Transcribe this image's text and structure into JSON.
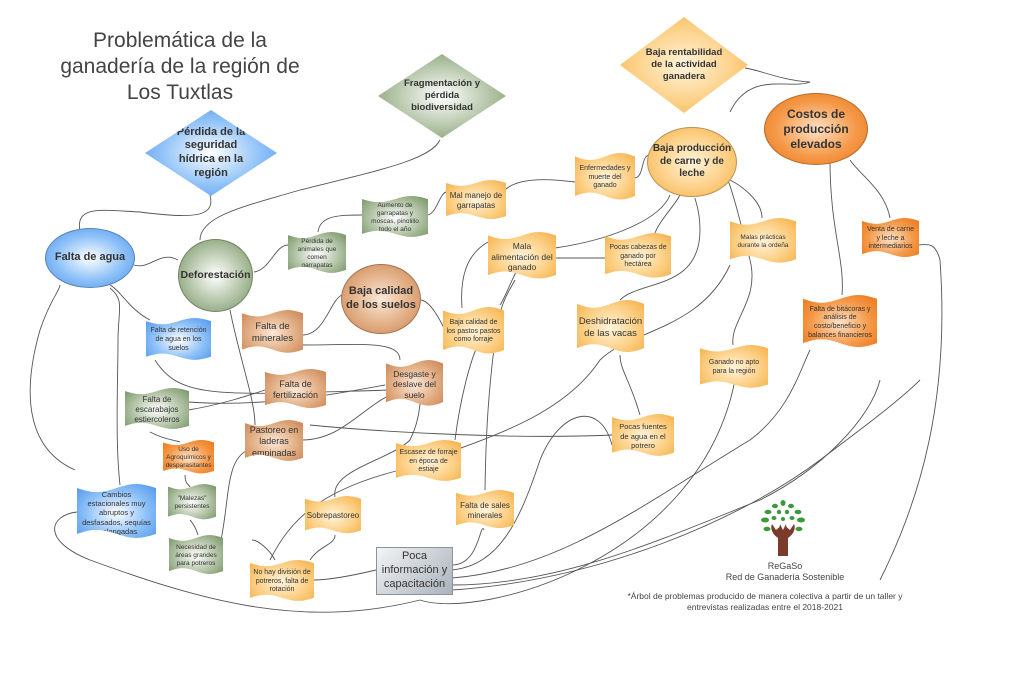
{
  "title": [
    "Problemática de la",
    "ganadería de la región de",
    "Los Tuxtlas"
  ],
  "colors": {
    "blue": "#4d94ea",
    "green": "#6f8f5e",
    "tan": "#c98252",
    "light_orange": "#f4ae45",
    "orange": "#ea7414",
    "gray": "#aab2bb"
  },
  "effects": {
    "seguridad_hidrica": "Pérdida de la seguridad hídrica en la región",
    "fragmentacion": "Fragmentación y pérdida biodiversidad",
    "rentabilidad": "Baja rentabilidad de la actividad ganadera"
  },
  "core": {
    "costos": "Costos de producción elevados",
    "baja_produccion": "Baja producción de carne y de leche",
    "falta_agua": "Falta de agua",
    "deforestacion": "Deforestación",
    "baja_calidad_suelos": "Baja calidad de los suelos"
  },
  "causes": {
    "perdida_animales": "Pérdida de animales que comen garrapatas",
    "aumento_garrapatas": "Aumento de garrapatas y moscas, pinolillo todo el año",
    "mal_manejo": "Mal manejo de garrapatas",
    "enfermedades": "Enfermedades y muerte del ganado",
    "mala_alimentacion": "Mala alimentación del ganado",
    "pocas_cabezas": "Pocas cabezas de ganado por hectárea",
    "malas_practicas": "Malas prácticas durante la ordeña",
    "venta": "Venta de carne y leche a intermediarios",
    "bitacoras": "Falta de bitácoras y análisis de costo/beneficio y balances financieros",
    "deshidratacion": "Deshidratación de las vacas",
    "ganado_no_apto": "Ganado no apto para la región",
    "pocas_fuentes": "Pocas fuentes de agua en el potrero",
    "baja_calidad_pastos": "Baja calidad de los pastos pastos como forraje",
    "retencion": "Falta de retención de agua en los suelos",
    "falta_minerales": "Falta de minerales",
    "desgaste": "Desgaste  y deslave del suelo",
    "fertilizacion": "Falta de fertilización",
    "escarabajos": "Falta de escarabajos estiercoleros",
    "laderas": "Pastoreo en laderas empinadas",
    "agroquimicos": "Uso de Agroquímicos y desparasitantes",
    "escasez_forraje": "Escasez de forraje en época de estiaje",
    "malezas": "\"Malezas\" persistentes",
    "cambios_estacionales": "Cambios estacionales muy abruptos y desfasados, sequías prolongadas",
    "sales": "Falta de sales minerales",
    "sobrepastoreo": "Sobrepastoreo",
    "areas_grandes": "Necesidad de áreas grandes para potreros",
    "division": "No hay división de potreros, falta de rotación",
    "informacion": "Poca información y capacitación"
  },
  "credits": {
    "org_short": "ReGaSo",
    "org_name": "Red de Ganadería Sostenible",
    "note_1": "*Árbol de problemas producido de manera colectiva a partir de un  taller y",
    "note_2": "entrevistas realizadas entre el 2018-2021"
  }
}
